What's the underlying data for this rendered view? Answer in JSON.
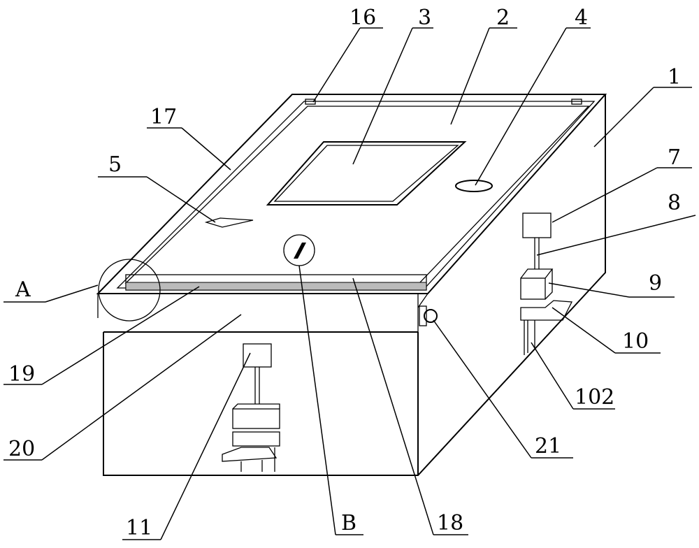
{
  "labels": {
    "l1": "1",
    "l2": "2",
    "l3": "3",
    "l4": "4",
    "l5": "5",
    "l7": "7",
    "l8": "8",
    "l9": "9",
    "l10": "10",
    "l11": "11",
    "l16": "16",
    "l17": "17",
    "l18": "18",
    "l19": "19",
    "l20": "20",
    "l21": "21",
    "l102": "102",
    "lA": "A",
    "lB": "B"
  }
}
